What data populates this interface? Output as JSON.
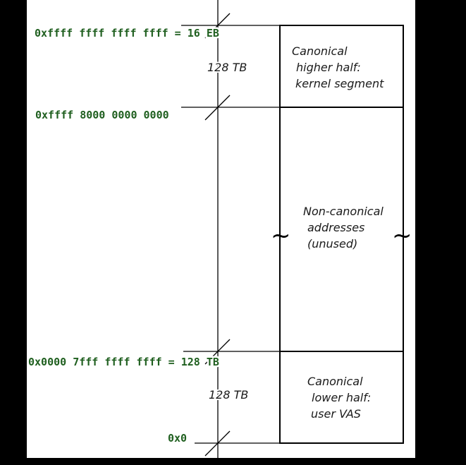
{
  "colors": {
    "background": "#000000",
    "canvas": "#ffffff",
    "address_text": "#1f5f1f",
    "line": "#000000"
  },
  "addresses": {
    "top": "0xffff ffff ffff ffff = 16 EB",
    "kernel_start": "0xffff 8000 0000 0000",
    "user_end": "0x0000 7fff ffff ffff = 128 TB",
    "zero": "0x0"
  },
  "sizes": {
    "kernel": "128 TB",
    "user": "128 TB"
  },
  "regions": {
    "kernel": [
      "Canonical",
      "higher half:",
      "kernel segment"
    ],
    "noncanonical": [
      "Non-canonical",
      "addresses",
      "(unused)"
    ],
    "user": [
      "Canonical",
      "lower half:",
      "user VAS"
    ]
  },
  "gap_symbols": {
    "left": "~",
    "right": "~"
  }
}
